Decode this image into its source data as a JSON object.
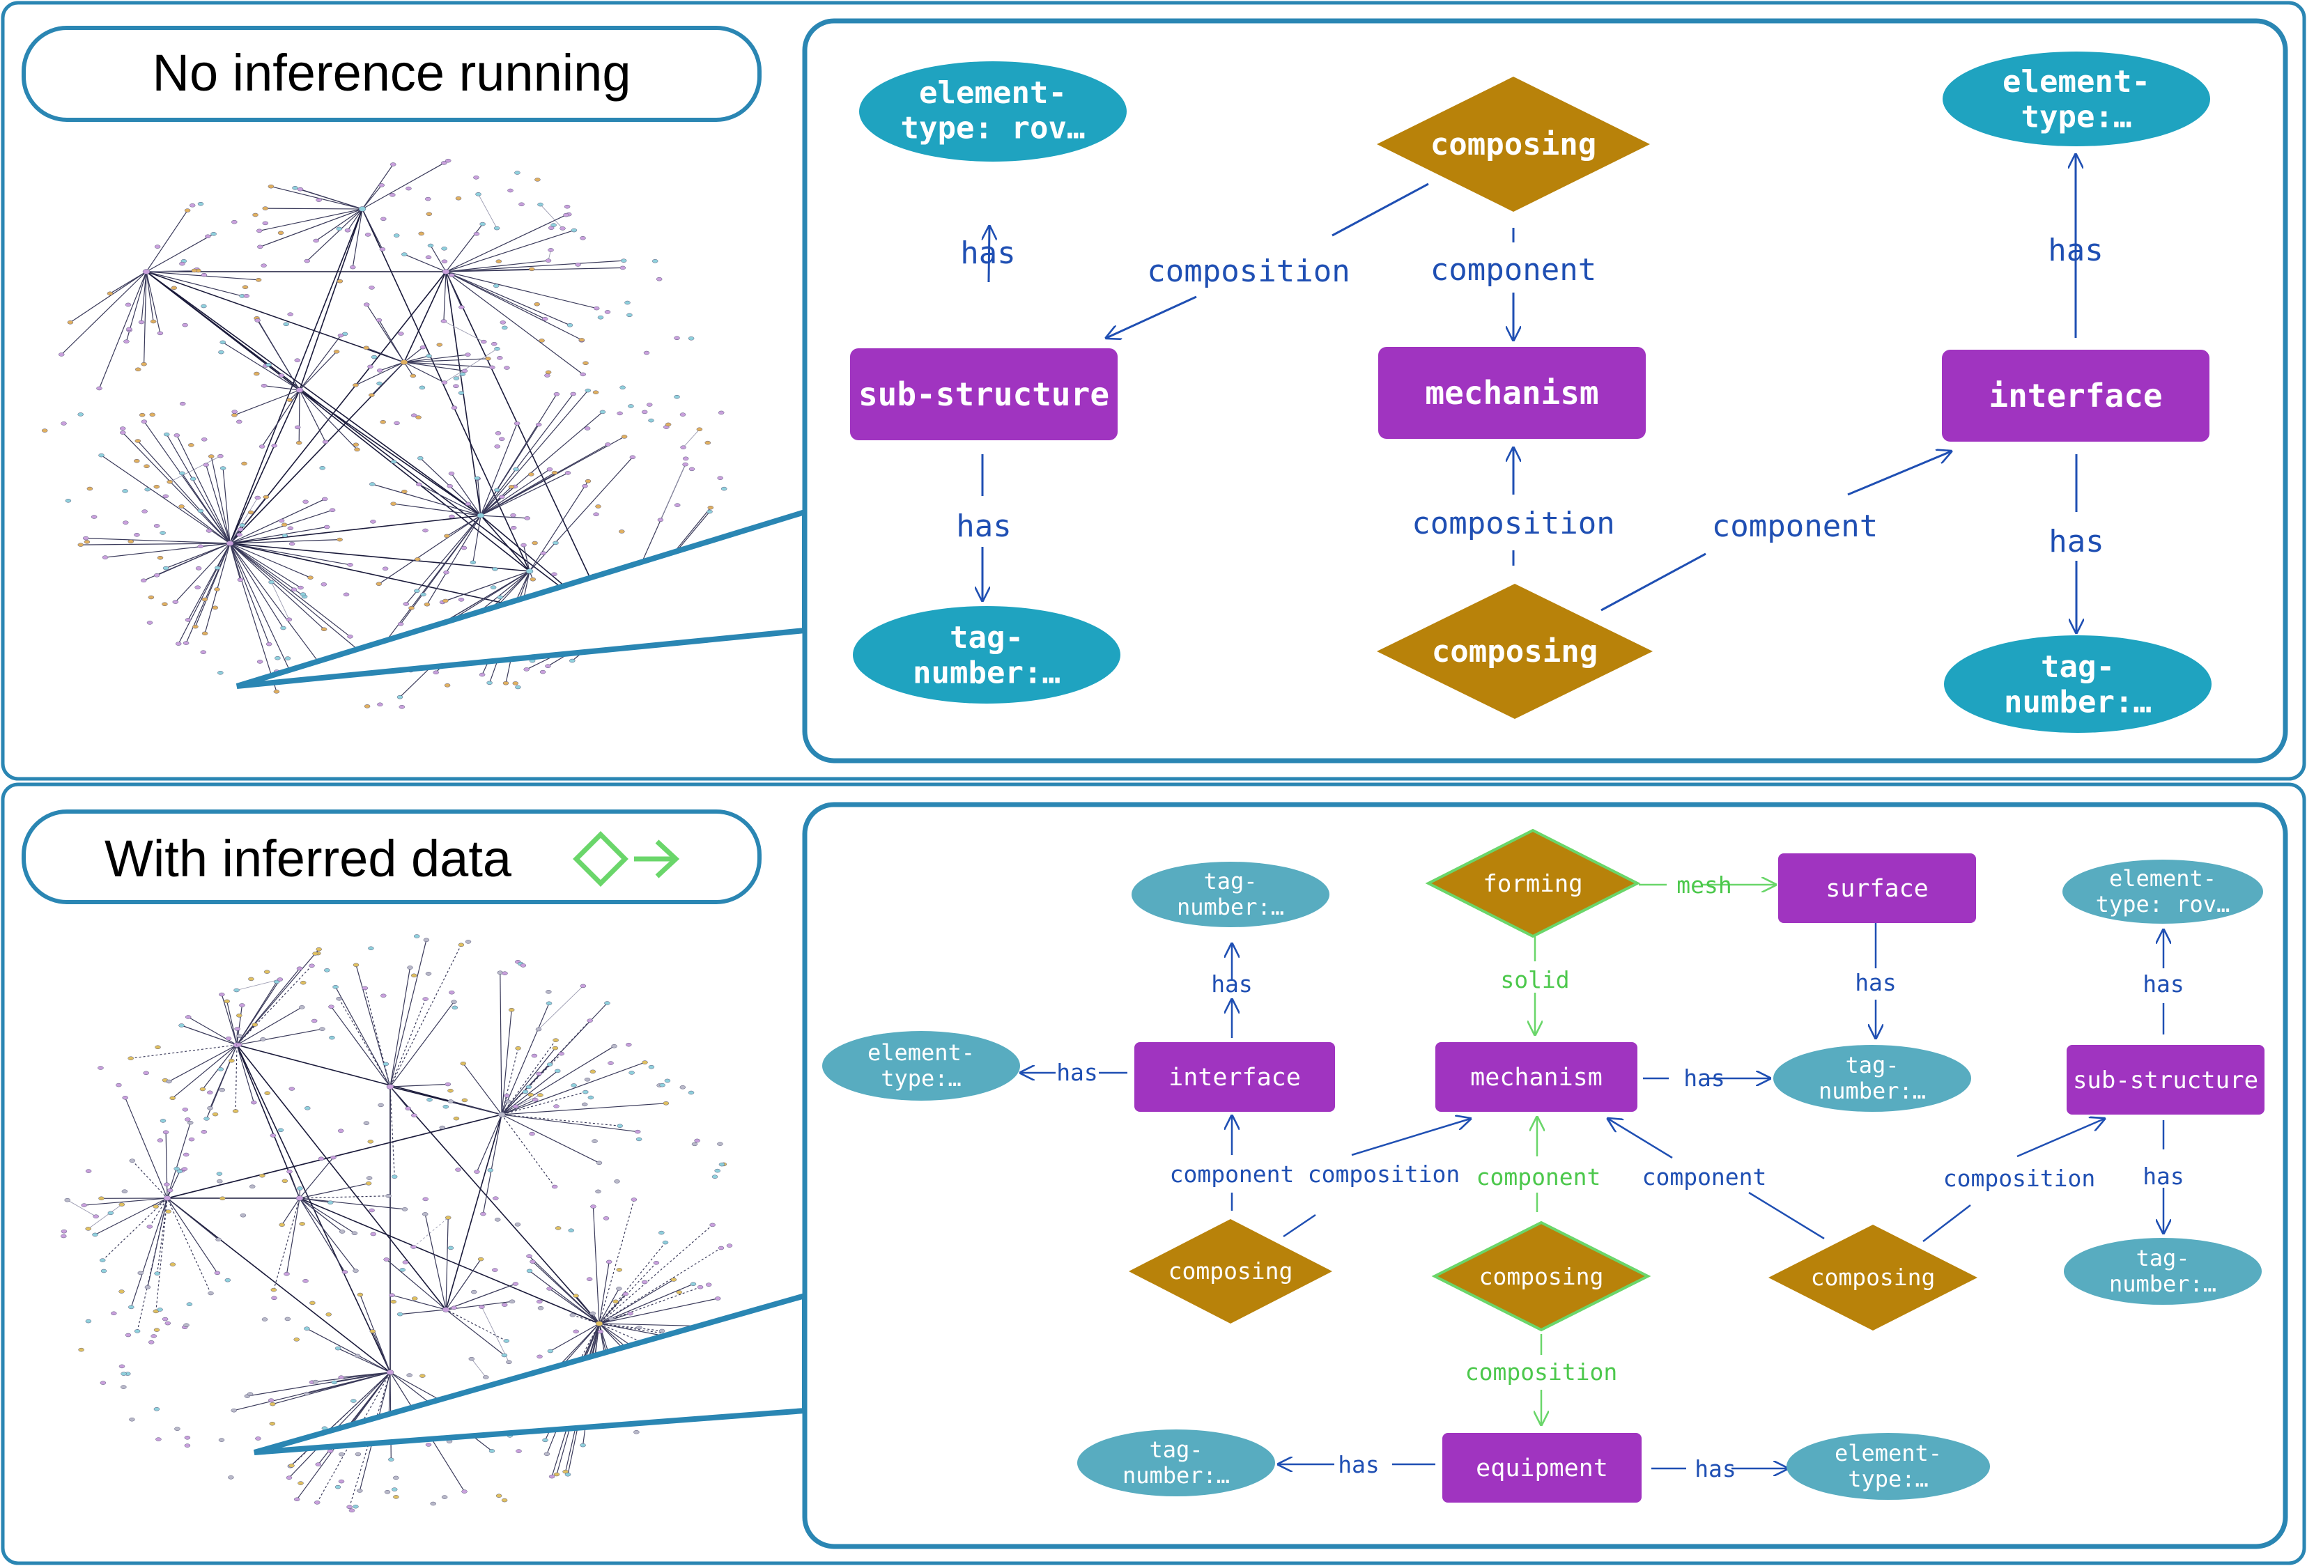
{
  "colors": {
    "frame": "#2a86b3",
    "link_blue": "#1f4fb3",
    "inferred_green": "#7be07b",
    "class_purple": "#a034c0",
    "value_teal": "#1fa3c0",
    "value_teal_light": "#58acc0",
    "process_gold": "#b8820a",
    "white": "#ffffff"
  },
  "panel_top": {
    "title": "No inference running",
    "nodes": {
      "elt_left": "element-\ntype: rov…",
      "composing_top": "composing",
      "elt_right": "element-\ntype:…",
      "substructure": "sub-structure",
      "mechanism": "mechanism",
      "interface": "interface",
      "tag_left": "tag-\nnumber:…",
      "composing_bottom": "composing",
      "tag_right": "tag-\nnumber:…"
    },
    "edges": {
      "has_elt_left": "has",
      "composition_top": "composition",
      "component_top": "component",
      "has_elt_right": "has",
      "has_tag_left": "has",
      "composition_bottom": "composition",
      "component_bottom": "component",
      "has_tag_right": "has"
    }
  },
  "panel_bottom": {
    "title": "With inferred data",
    "legend_icons": [
      "inferred-diamond-icon",
      "inferred-arrow-icon"
    ],
    "nodes": {
      "tag_a": "tag-\nnumber:…",
      "forming": "forming",
      "surface": "surface",
      "elt_a": "element-\ntype: rov…",
      "elt_b": "element-\ntype:…",
      "interface": "interface",
      "mechanism": "mechanism",
      "tag_b": "tag-\nnumber:…",
      "substructure": "sub-structure",
      "composing_left": "composing",
      "composing_center": "composing",
      "composing_right": "composing",
      "tag_c": "tag-\nnumber:…",
      "tag_d": "tag-\nnumber:…",
      "equipment": "equipment",
      "elt_c": "element-\ntype:…"
    },
    "edges": {
      "mesh": "mesh",
      "has_tag_a": "has",
      "solid": "solid",
      "has_surface": "has",
      "has_elt_a": "has",
      "has_elt_b": "has",
      "has_mech": "has",
      "component_left": "component",
      "composition_left": "composition",
      "component_center": "component",
      "component_right": "component",
      "composition_right": "composition",
      "has_sub": "has",
      "composition_down": "composition",
      "has_equip_left": "has",
      "has_equip_right": "has"
    }
  }
}
